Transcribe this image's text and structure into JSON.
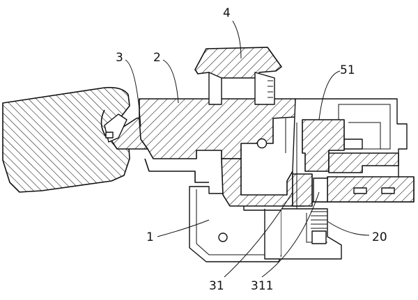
{
  "labels": {
    "l4": "4",
    "l3": "3",
    "l2": "2",
    "l51": "51",
    "l1": "1",
    "l20": "20",
    "l31": "31",
    "l311": "311"
  }
}
